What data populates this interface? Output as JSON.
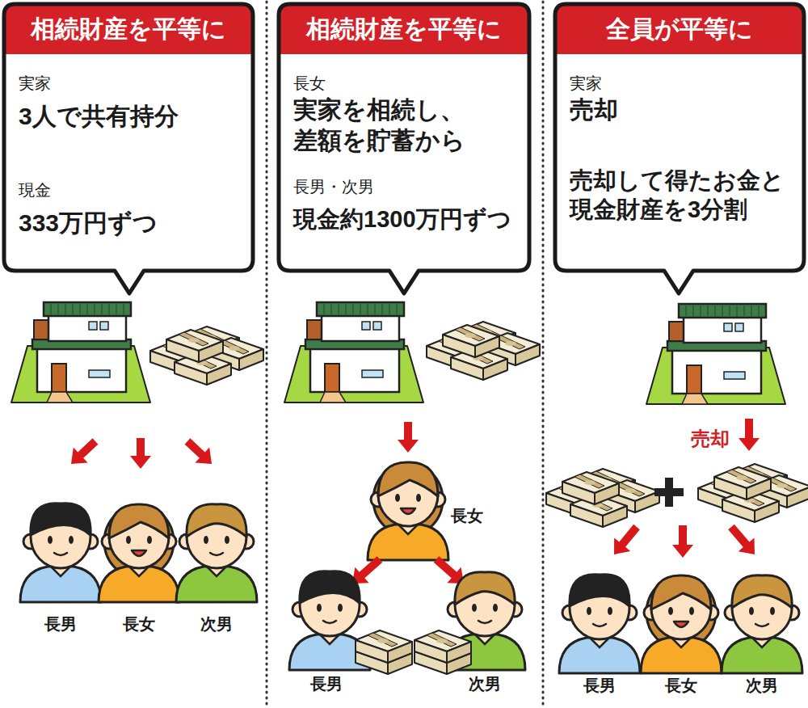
{
  "diagram": {
    "nodes": [
      {
        "text": [
          "相続財産を平等に",
          "実家",
          "3人で共有持分",
          "現金",
          "333万円ずつ"
        ]
      },
      {
        "text": [
          "相続財産を平等に",
          "長女",
          "実家を相続し、 差額を貯蓄から",
          "長男・次男",
          "現金約1300万円ずつ"
        ]
      },
      {
        "text": [
          "全員が平等に",
          "実家",
          "売却",
          "売却して得たお金と 現金財産を3分割"
        ]
      }
    ],
    "labels": [
      "長男",
      "長女",
      "次男",
      "長女",
      "長男",
      "次男",
      "売却",
      "長男",
      "長女",
      "次男"
    ]
  }
}
